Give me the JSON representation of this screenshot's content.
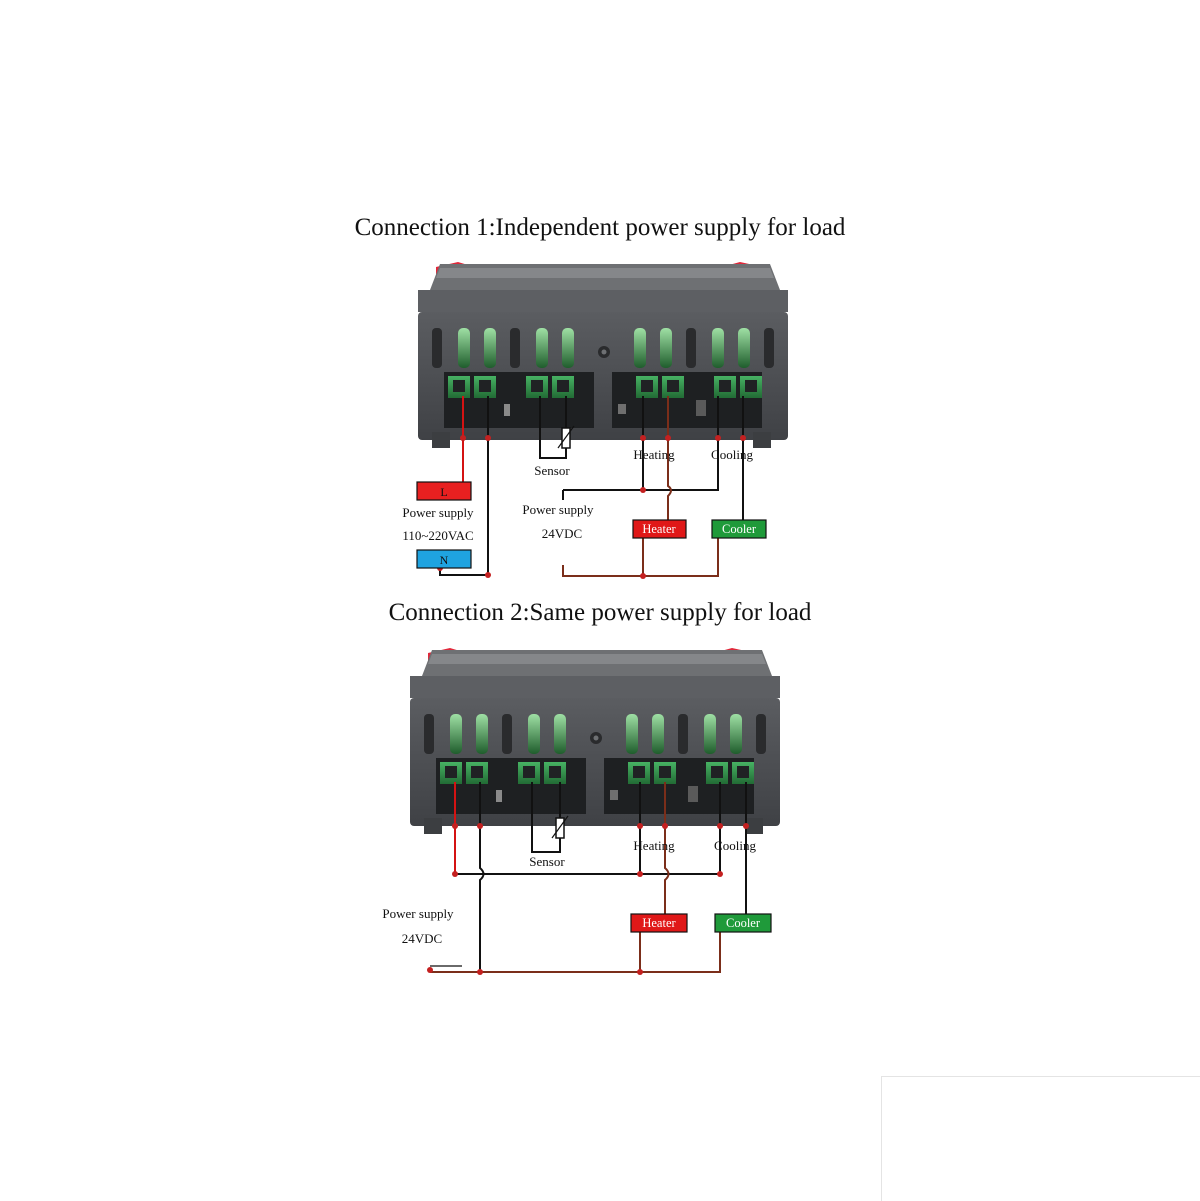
{
  "connection1": {
    "title": "Connection 1:Independent power supply for load",
    "sensor_label": "Sensor",
    "heating_label": "Heating",
    "cooling_label": "Cooling",
    "l_label": "L",
    "n_label": "N",
    "power_supply_ac_label": "Power supply",
    "power_supply_ac_value": "110~220VAC",
    "power_supply_dc_label": "Power supply",
    "power_supply_dc_value": "24VDC",
    "heater_label": "Heater",
    "cooler_label": "Cooler"
  },
  "connection2": {
    "title": "Connection 2:Same power supply for load",
    "sensor_label": "Sensor",
    "heating_label": "Heating",
    "cooling_label": "Cooling",
    "power_supply_label": "Power supply",
    "power_supply_value": "24VDC",
    "heater_label": "Heater",
    "cooler_label": "Cooler"
  },
  "colors": {
    "line_power": "#d41313",
    "line_neutral": "#111111",
    "line_load": "#7b2e1a",
    "l_box": "#e82020",
    "n_box": "#1fa3e0",
    "heater_box": "#e01818",
    "cooler_box": "#1f9a3a",
    "housing": "#4a4c50",
    "housing_red": "#e0283a",
    "terminal_green": "#2c8a45"
  }
}
